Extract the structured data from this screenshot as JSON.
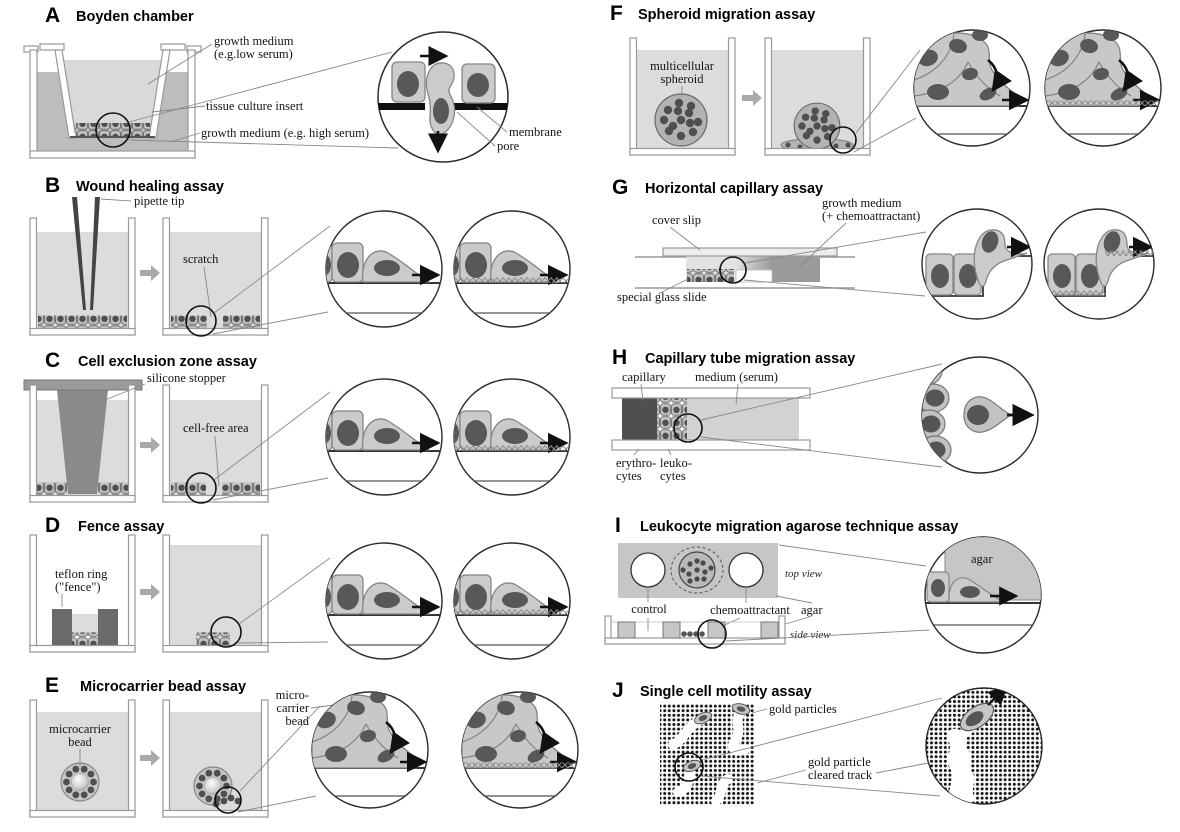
{
  "panels": {
    "A": {
      "letter": "A",
      "title": "Boyden chamber",
      "labels": {
        "growth_low_1": "growth medium",
        "growth_low_2": "(e.g.low serum)",
        "insert": "tissue culture insert",
        "growth_high": "growth medium (e.g. high serum)",
        "membrane": "membrane",
        "pore": "pore"
      }
    },
    "B": {
      "letter": "B",
      "title": "Wound healing assay",
      "labels": {
        "pipette": "pipette tip",
        "scratch": "scratch"
      }
    },
    "C": {
      "letter": "C",
      "title": "Cell exclusion zone assay",
      "labels": {
        "stopper": "silicone stopper",
        "cellfree": "cell-free area"
      }
    },
    "D": {
      "letter": "D",
      "title": "Fence assay",
      "labels": {
        "teflon_1": "teflon ring",
        "teflon_2": "(\"fence\")"
      }
    },
    "E": {
      "letter": "E",
      "title": "Microcarrier bead assay",
      "labels": {
        "bead_1": "microcarrier",
        "bead_2": "bead",
        "bead2_1": "micro-",
        "bead2_2": "carrier",
        "bead2_3": "bead"
      }
    },
    "F": {
      "letter": "F",
      "title": "Spheroid migration assay",
      "labels": {
        "spheroid_1": "multicellular",
        "spheroid_2": "spheroid"
      }
    },
    "G": {
      "letter": "G",
      "title": "Horizontal capillary assay",
      "labels": {
        "coverslip": "cover slip",
        "medium_1": "growth medium",
        "medium_2": "(+ chemoattractant)",
        "slide": "special glass slide"
      }
    },
    "H": {
      "letter": "H",
      "title": "Capillary tube migration assay",
      "labels": {
        "capillary": "capillary",
        "medium": "medium (serum)",
        "ery_1": "erythro-",
        "ery_2": "cytes",
        "leu_1": "leuko-",
        "leu_2": "cytes"
      }
    },
    "I": {
      "letter": "I",
      "title": "Leukocyte migration agarose technique assay",
      "labels": {
        "topview": "top view",
        "control": "control",
        "chemo": "chemoattractant",
        "agar": "agar",
        "sideview": "side view",
        "agar_inset": "agar"
      }
    },
    "J": {
      "letter": "J",
      "title": "Single cell motility assay",
      "labels": {
        "particles": "gold particles",
        "track_1": "gold particle",
        "track_2": "cleared track"
      }
    }
  },
  "colors": {
    "cell_body": "#c8c8c8",
    "nucleus": "#585858",
    "medium_light": "#dcdcdc",
    "medium_dark": "#9a9a9a",
    "membrane": "#0f0f0f",
    "stopper": "#8a8a8a",
    "teflon": "#6a6a6a",
    "erythrocytes": "#4f4f4f",
    "arrow": "#111111",
    "gray_arrow": "#a9a9a9"
  }
}
